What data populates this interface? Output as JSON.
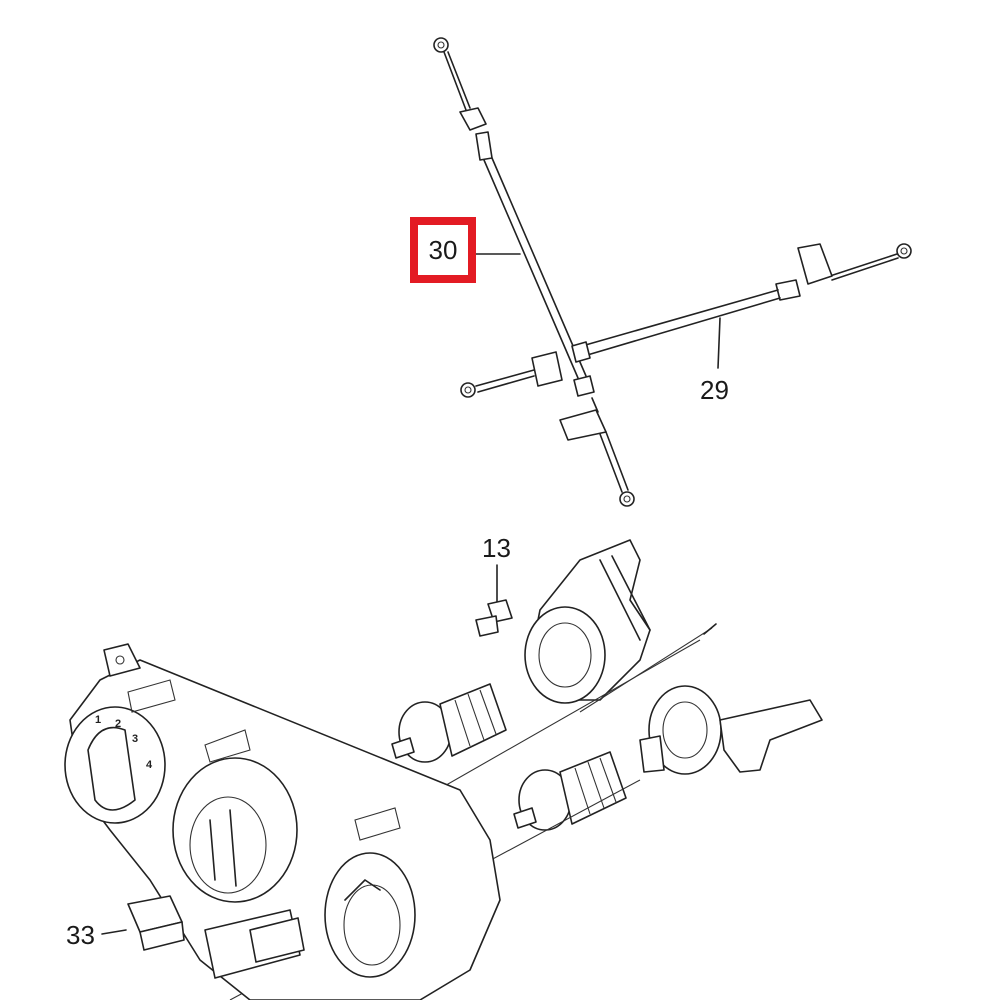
{
  "diagram": {
    "callouts": {
      "cable_30": "30",
      "cable_29": "29",
      "part_13": "13",
      "part_33": "33"
    },
    "highlight_color": "#e31b23",
    "fan_dial_numbers": [
      "1",
      "2",
      "3",
      "4"
    ]
  }
}
